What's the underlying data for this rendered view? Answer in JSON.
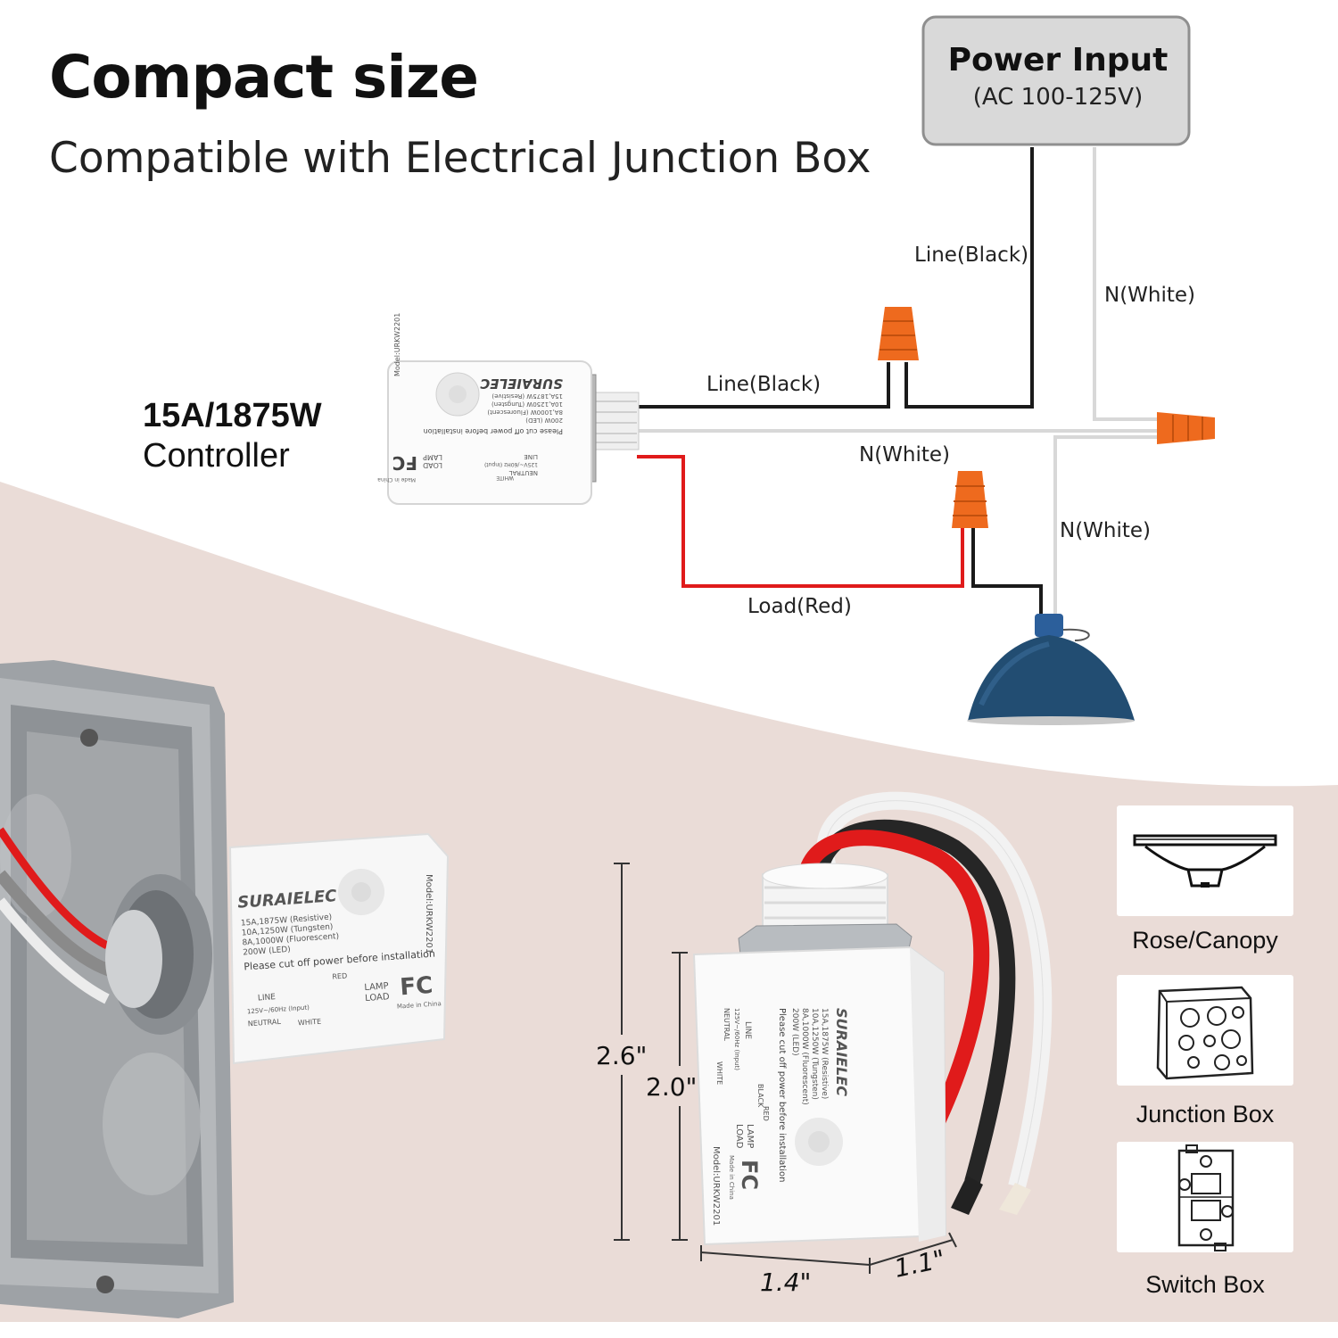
{
  "header": {
    "title": "Compact size",
    "subtitle": "Compatible with Electrical Junction Box"
  },
  "power_input": {
    "title": "Power Input",
    "subtitle": "(AC 100-125V)"
  },
  "controller": {
    "rating": "15A/1875W",
    "label": "Controller"
  },
  "wires": {
    "line_top": "Line(Black)",
    "line_mid": "Line(Black)",
    "neutral_top": "N(White)",
    "neutral_mid": "N(White)",
    "neutral_lamp": "N(White)",
    "load": "Load(Red)"
  },
  "device_label": {
    "brand": "SURAIELEC",
    "spec_1": "15A,1875W (Resistive)",
    "spec_2": "10A,1250W (Tungsten)",
    "spec_3": "8A,1000W (Fluorescent)",
    "spec_4": "200W (LED)",
    "warning": "Please cut off power before installation",
    "line": "LINE",
    "input": "125V~/60Hz (Input)",
    "neutral": "NEUTRAL",
    "white": "WHITE",
    "black": "BLACK",
    "red": "RED",
    "lamp": "LAMP",
    "load": "LOAD",
    "fc": "FC",
    "made_in": "Made in China",
    "model": "Model:URKW2201"
  },
  "dimensions": {
    "height_overall": "2.6\"",
    "height_body": "2.0\"",
    "width": "1.4\"",
    "depth": "1.1\""
  },
  "compatible": [
    {
      "label": "Rose/Canopy",
      "icon": "rose-canopy-icon"
    },
    {
      "label": "Junction Box",
      "icon": "junction-box-icon"
    },
    {
      "label": "Switch Box",
      "icon": "switch-box-icon"
    }
  ],
  "colors": {
    "background": "#ffffff",
    "band": "#eadcd7",
    "wire_black": "#1a1a1a",
    "wire_red": "#e01b1b",
    "wire_white": "#e6e6e6",
    "wire_nut": "#ee6a1e",
    "lamp_shade": "#224d72",
    "power_box": "#d9d9d9"
  }
}
